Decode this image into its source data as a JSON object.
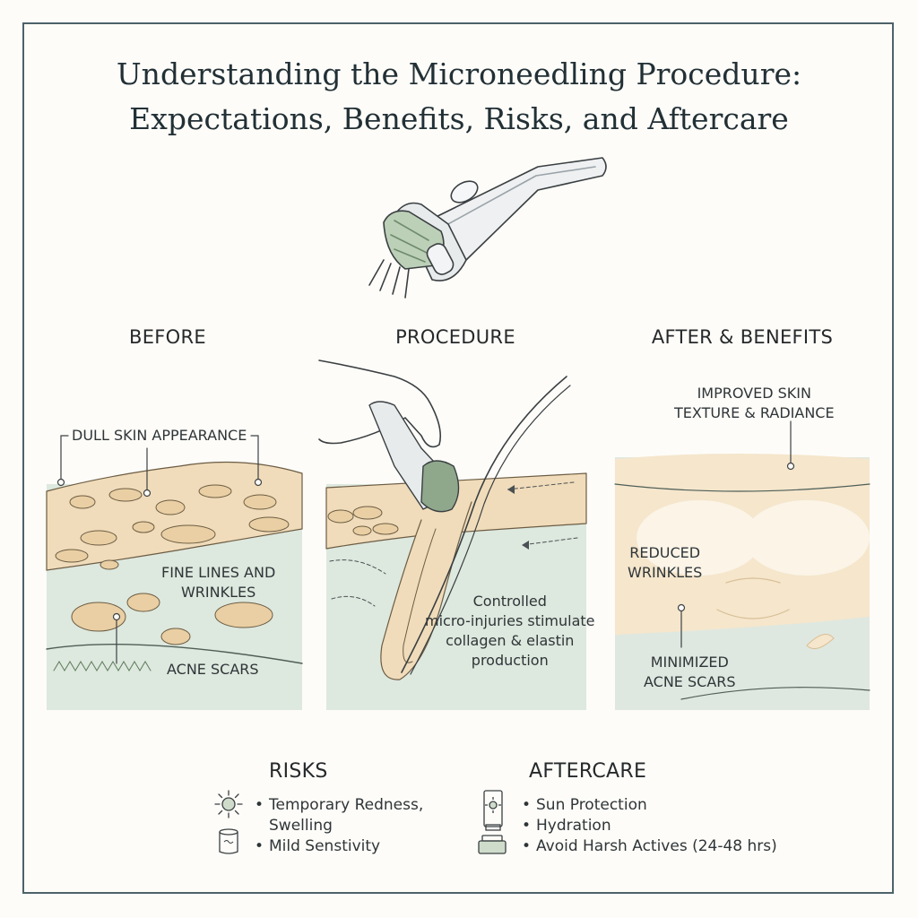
{
  "title": {
    "line1": "Understanding the Microneedling Procedure:",
    "line2": "Expectations, Benefits, Risks, and Aftercare"
  },
  "columns": [
    {
      "heading": "BEFORE",
      "labels": {
        "dull": "DULL SKIN APPEARANCE",
        "fine_lines": [
          "FINE LINES AND",
          "WRINKLES"
        ],
        "acne": "ACNE SCARS"
      }
    },
    {
      "heading": "PROCEDURE",
      "caption": [
        "Controlled",
        "micro-injuries stimulate",
        "collagen & elastin",
        "production"
      ]
    },
    {
      "heading": "AFTER & BENEFITS",
      "labels": {
        "texture": [
          "IMPROVED SKIN",
          "TEXTURE & RADIANCE"
        ],
        "wrinkles": [
          "REDUCED",
          "WRINKLES"
        ],
        "acne": [
          "MINIMIZED",
          "ACNE SCARS"
        ]
      }
    }
  ],
  "risks": {
    "heading": "RISKS",
    "items": [
      "Temporary Redness,",
      "Swelling",
      "Mild Senstivity"
    ],
    "icons": [
      "sun-icon",
      "jar-icon"
    ]
  },
  "aftercare": {
    "heading": "AFTERCARE",
    "items": [
      "Sun Protection",
      "Hydration",
      "Avoid Harsh Actives (24-48 hrs)"
    ],
    "icons": [
      "sunscreen-tube-icon",
      "moisturizer-jar-icon"
    ]
  },
  "colors": {
    "skin": "#f2dfbf",
    "dermis": "#dfe8df",
    "accent": "#9bb59b",
    "ink": "#2c3033"
  }
}
